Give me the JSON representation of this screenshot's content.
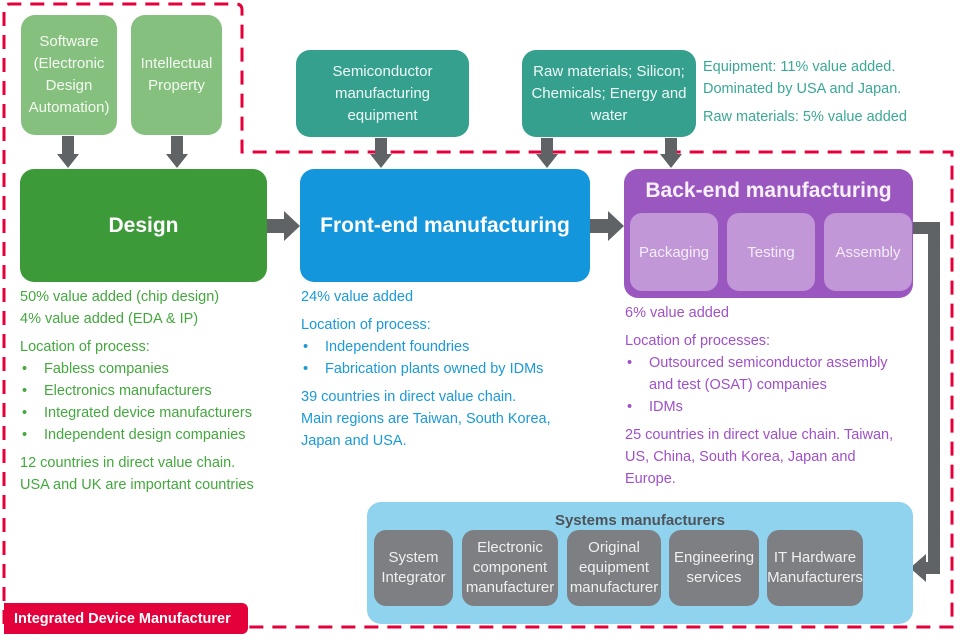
{
  "inputs": {
    "eda": "Software (Electronic Design Automation)",
    "ip": "Intellectual Property",
    "equipment": "Semiconductor manufacturing equipment",
    "raw": "Raw materials; Silicon; Chemicals; Energy and water"
  },
  "notes_top": {
    "line1": "Equipment: 11% value added.",
    "line2": "Dominated by USA and Japan.",
    "line3": "Raw materials: 5% value added"
  },
  "stages": {
    "design": {
      "title": "Design",
      "value1": "50% value added (chip design)",
      "value2": "4% value added (EDA & IP)",
      "location_label": "Location of process:",
      "locations": [
        "Fabless companies",
        "Electronics manufacturers",
        "Integrated device manufacturers",
        "Independent design companies"
      ],
      "countries": "12 countries in direct value chain.",
      "countries2": "USA and UK are important countries"
    },
    "front": {
      "title": "Front-end manufacturing",
      "value1": "24% value added",
      "location_label": "Location of process:",
      "locations": [
        "Independent foundries",
        "Fabrication plants owned by IDMs"
      ],
      "countries": "39 countries in direct value chain.",
      "countries2": "Main regions are Taiwan, South Korea,",
      "countries3": "Japan and USA."
    },
    "back": {
      "title": "Back-end manufacturing",
      "subs": [
        "Packaging",
        "Testing",
        "Assembly"
      ],
      "value1": "6% value added",
      "location_label": "Location of processes:",
      "locations": [
        "Outsourced semiconductor assembly and test (OSAT) companies",
        "IDMs"
      ],
      "countries": "25 countries in direct value chain. Taiwan, US, China, South Korea, Japan and Europe."
    }
  },
  "systems": {
    "title": "Systems manufacturers",
    "items": [
      "System Integrator",
      "Electronic component manufacturer",
      "Original equipment manufacturer",
      "Engineering services",
      "IT Hardware Manufacturers"
    ]
  },
  "idm_label": "Integrated Device Manufacturer",
  "colors": {
    "idm_border": "#e4003a",
    "arrow": "#5f6366"
  }
}
